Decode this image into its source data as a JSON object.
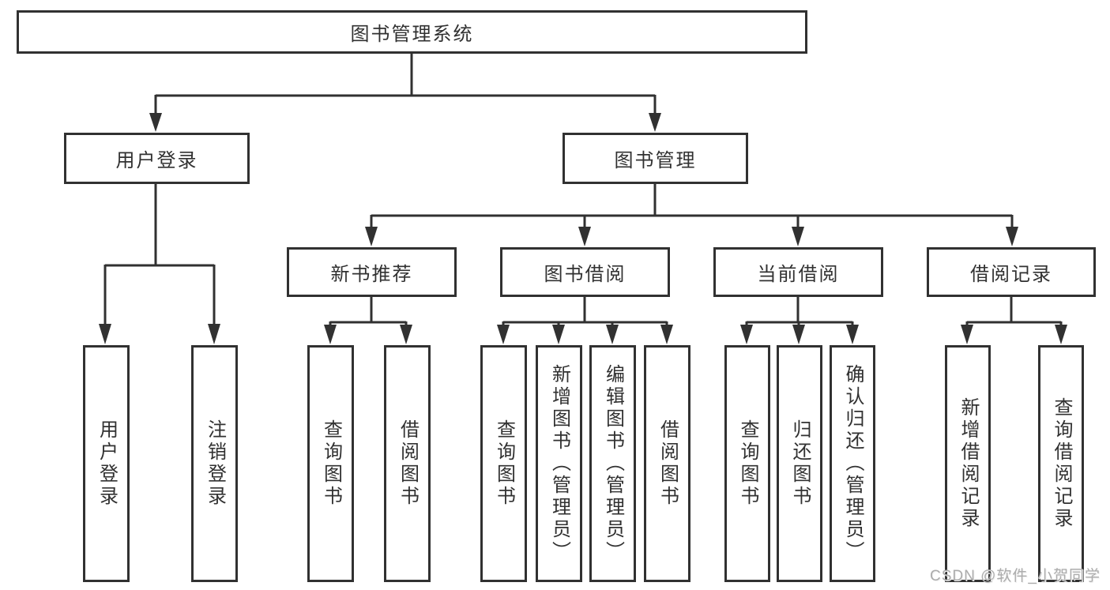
{
  "watermark": "CSDN @软件_小贺同学",
  "colors": {
    "line": "#313131",
    "box_border": "#313131",
    "text": "#313131",
    "background": "#ffffff",
    "watermark": "#acacac"
  },
  "tree": {
    "root": {
      "label": "图书管理系统"
    },
    "branches": [
      {
        "label": "用户登录",
        "children": [
          {
            "label": "用户登录"
          },
          {
            "label": "注销登录"
          }
        ]
      },
      {
        "label": "图书管理",
        "children": [
          {
            "label": "新书推荐",
            "children": [
              {
                "label": "查询图书"
              },
              {
                "label": "借阅图书"
              }
            ]
          },
          {
            "label": "图书借阅",
            "children": [
              {
                "label": "查询图书"
              },
              {
                "label": "新增图书（管理员）"
              },
              {
                "label": "编辑图书（管理员）"
              },
              {
                "label": "借阅图书"
              }
            ]
          },
          {
            "label": "当前借阅",
            "children": [
              {
                "label": "查询图书"
              },
              {
                "label": "归还图书"
              },
              {
                "label": "确认归还（管理员）"
              }
            ]
          },
          {
            "label": "借阅记录",
            "children": [
              {
                "label": "新增借阅记录"
              },
              {
                "label": "查询借阅记录"
              }
            ]
          }
        ]
      }
    ]
  }
}
